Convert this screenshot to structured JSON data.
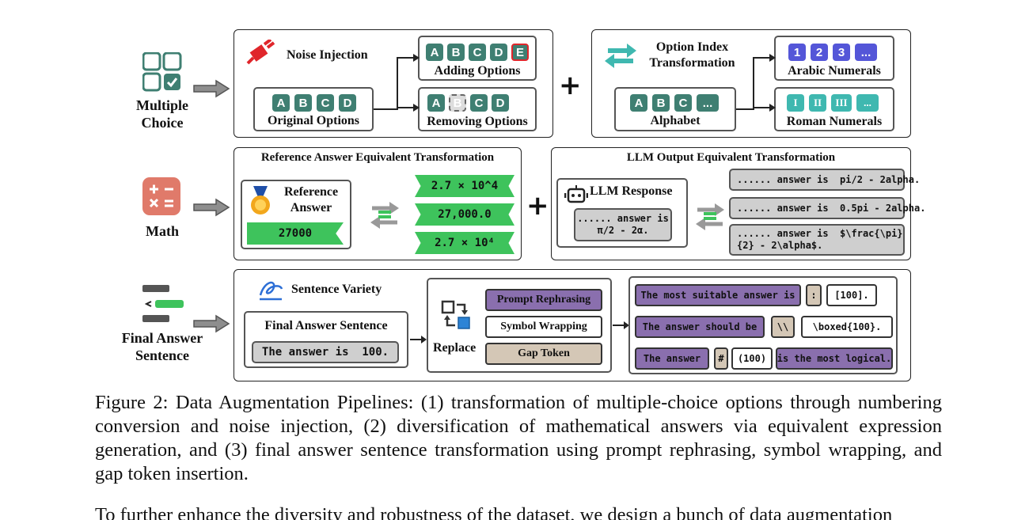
{
  "rows": {
    "mc": {
      "label": "Multiple\nChoice",
      "noise": {
        "title": "Noise Injection",
        "original_label": "Original Options",
        "original_options": [
          "A",
          "B",
          "C",
          "D"
        ],
        "adding_label": "Adding Options",
        "adding_options": [
          "A",
          "B",
          "C",
          "D",
          "E"
        ],
        "removing_label": "Removing Options",
        "removing_options": [
          "A",
          "B",
          "C",
          "D"
        ]
      },
      "plus": "+",
      "index": {
        "title": "Option Index\nTransformation",
        "alphabet_label": "Alphabet",
        "alphabet_options": [
          "A",
          "B",
          "C",
          "..."
        ],
        "arabic_label": "Arabic Numerals",
        "arabic_options": [
          "1",
          "2",
          "3",
          "..."
        ],
        "roman_label": "Roman Numerals",
        "roman_options": [
          "I",
          "II",
          "III",
          "..."
        ]
      }
    },
    "math": {
      "label": "Math",
      "reference": {
        "title": "Reference Answer Equivalent Transformation",
        "ref_label": "Reference\nAnswer",
        "ref_value": "27000",
        "variants": [
          "2.7 × 10^4",
          "27,000.0",
          "2.7 × 10⁴"
        ]
      },
      "plus": "+",
      "llm": {
        "title": "LLM Output Equivalent Transformation",
        "response_label": "LLM Response",
        "response_value": "...... answer is\nπ/2 - 2α.",
        "variants": [
          "...... answer is  pi/2 - 2alpha.",
          "...... answer is  0.5pi - 2alpha.",
          "...... answer is  $\\frac{\\pi}\n{2} - 2\\alpha$."
        ]
      }
    },
    "sentence": {
      "label": "Final Answer\nSentence",
      "title": "Sentence Variety",
      "final_label": "Final Answer Sentence",
      "final_value": "The answer is  100.",
      "replace_label": "Replace",
      "methods": [
        "Prompt Rephrasing",
        "Symbol Wrapping",
        "Gap Token"
      ],
      "examples": [
        {
          "prefix": "The most suitable answer is",
          "gap": ":",
          "wrap": "[100]."
        },
        {
          "prefix": "The answer should be",
          "gap": "\\\\",
          "wrap": "\\boxed{100}."
        },
        {
          "prefix": "The answer",
          "gap": "#",
          "wrap": "(100)",
          "suffix": "is the most logical."
        }
      ]
    }
  },
  "caption": "Figure 2: Data Augmentation Pipelines: (1) transformation of multiple-choice options through numbering conversion and noise injection, (2) diversification of mathematical answers via equivalent expression generation, and (3) final answer sentence transformation using prompt rephrasing, symbol wrapping, and gap token insertion.",
  "body_fragment": "To further enhance the diversity and robustness of the dataset, we design a bunch of data augmentation",
  "colors": {
    "option_green": "#3f7f72",
    "arabic_blue": "#5456d8",
    "roman_teal": "#3fb8b0",
    "banner_green": "#3ec35c",
    "purple": "#8a6fae",
    "tan": "#d4c7b6",
    "math_icon": "#e07a6a",
    "noise_red": "#e0262b"
  }
}
